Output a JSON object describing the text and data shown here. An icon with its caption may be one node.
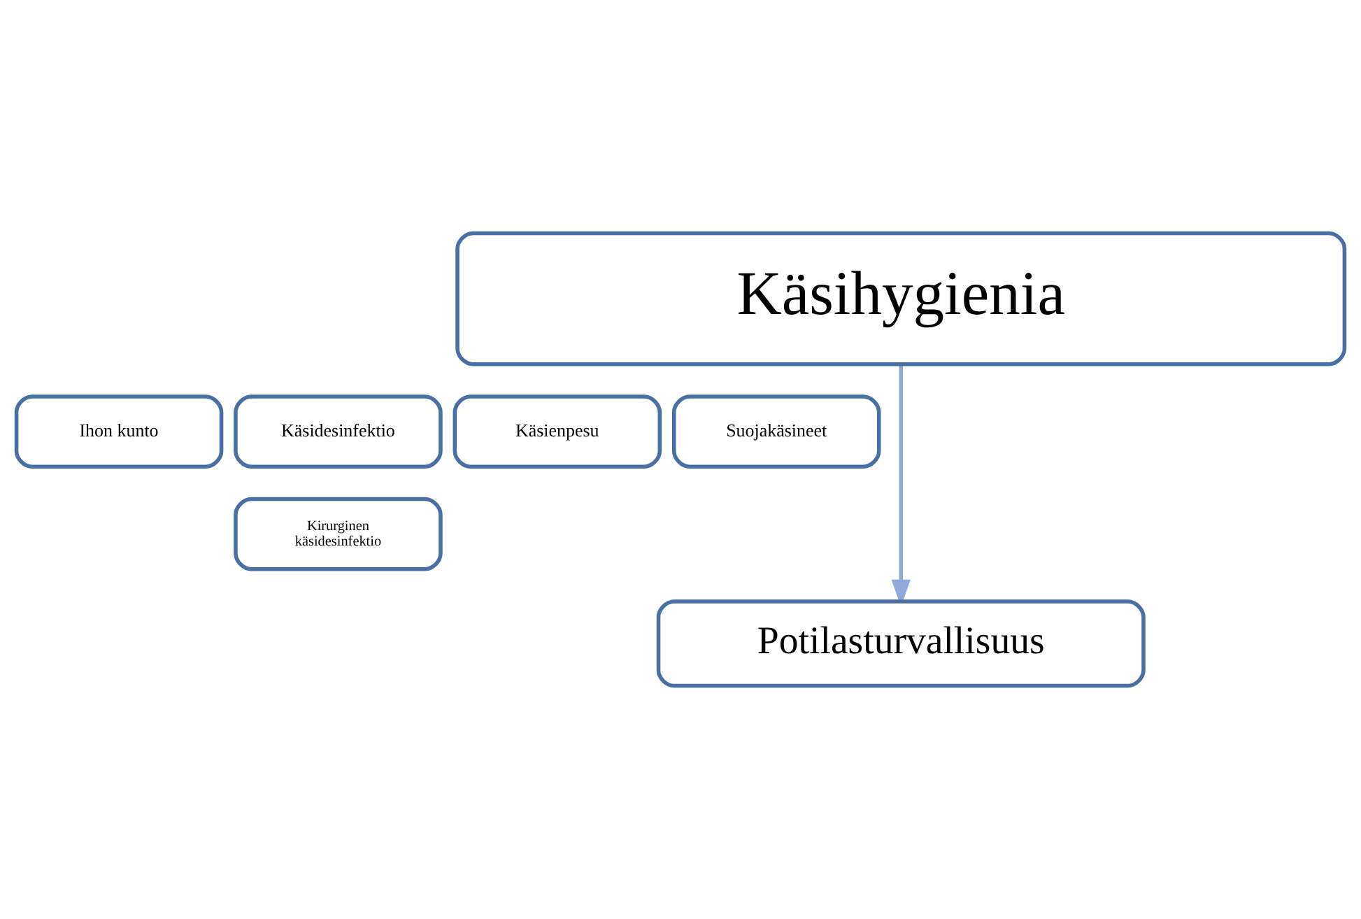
{
  "diagram": {
    "nodes": [
      {
        "text": [
          "Käsihygienia"
        ]
      },
      {
        "text": [
          "Ihon kunto"
        ]
      },
      {
        "text": [
          "Käsidesinfektio"
        ]
      },
      {
        "text": [
          "Käsienpesu"
        ]
      },
      {
        "text": [
          "Suojakäsineet"
        ]
      },
      {
        "text": [
          "Kirurginen käsidesinfektio"
        ]
      },
      {
        "text": [
          "Potilasturvallisuus"
        ]
      }
    ],
    "edges": [
      {
        "from": 0,
        "to": 6,
        "arrow": "to"
      }
    ]
  }
}
